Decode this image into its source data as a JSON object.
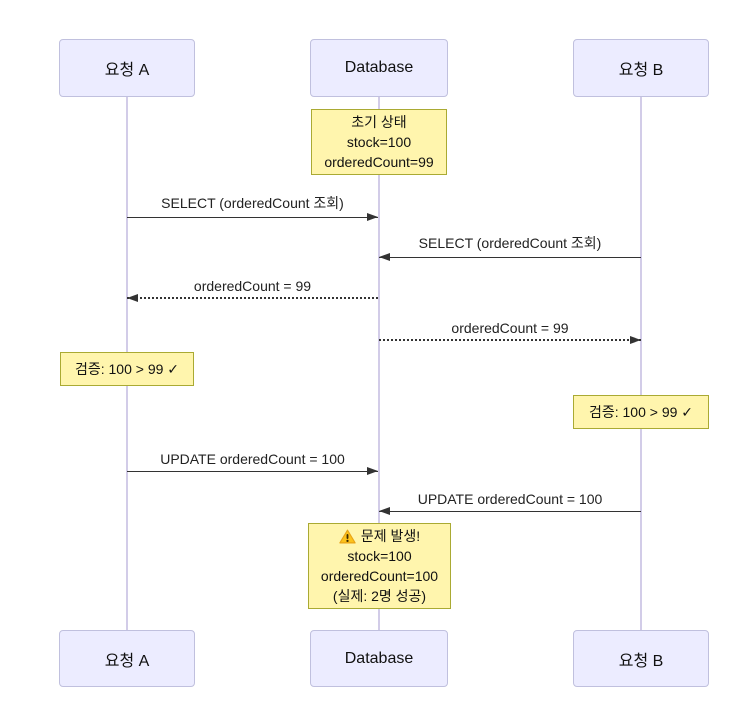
{
  "diagram": {
    "type": "sequence",
    "actors": [
      {
        "id": "req-a",
        "label": "요청 A"
      },
      {
        "id": "database",
        "label": "Database"
      },
      {
        "id": "req-b",
        "label": "요청 B"
      }
    ],
    "messages": [
      {
        "from": "요청 A",
        "to": "Database",
        "label": "SELECT (orderedCount 조회)",
        "style": "solid"
      },
      {
        "from": "요청 B",
        "to": "Database",
        "label": "SELECT (orderedCount 조회)",
        "style": "solid"
      },
      {
        "from": "Database",
        "to": "요청 A",
        "label": "orderedCount = 99",
        "style": "dotted"
      },
      {
        "from": "Database",
        "to": "요청 B",
        "label": "orderedCount = 99",
        "style": "dotted"
      },
      {
        "from": "요청 A",
        "to": "Database",
        "label": "UPDATE orderedCount = 100",
        "style": "solid"
      },
      {
        "from": "요청 B",
        "to": "Database",
        "label": "UPDATE orderedCount = 100",
        "style": "solid"
      }
    ],
    "notes": [
      {
        "over": "Database",
        "lines": [
          "초기 상태",
          "stock=100",
          "orderedCount=99"
        ]
      },
      {
        "over": "요청 A",
        "lines": [
          "검증: 100 > 99 ✓"
        ]
      },
      {
        "over": "요청 B",
        "lines": [
          "검증: 100 > 99 ✓"
        ]
      },
      {
        "over": "Database",
        "warning": true,
        "lines": [
          "문제 발생!",
          "stock=100",
          "orderedCount=100",
          "(실제: 2명 성공)"
        ]
      }
    ],
    "colors": {
      "actor_fill": "#ececff",
      "actor_border": "#c0c0de",
      "lifeline": "#d2cce8",
      "note_fill": "#fff5ad",
      "note_border": "#aaaa33",
      "arrow": "#333333",
      "warning_triangle": "#fcc21c"
    }
  }
}
